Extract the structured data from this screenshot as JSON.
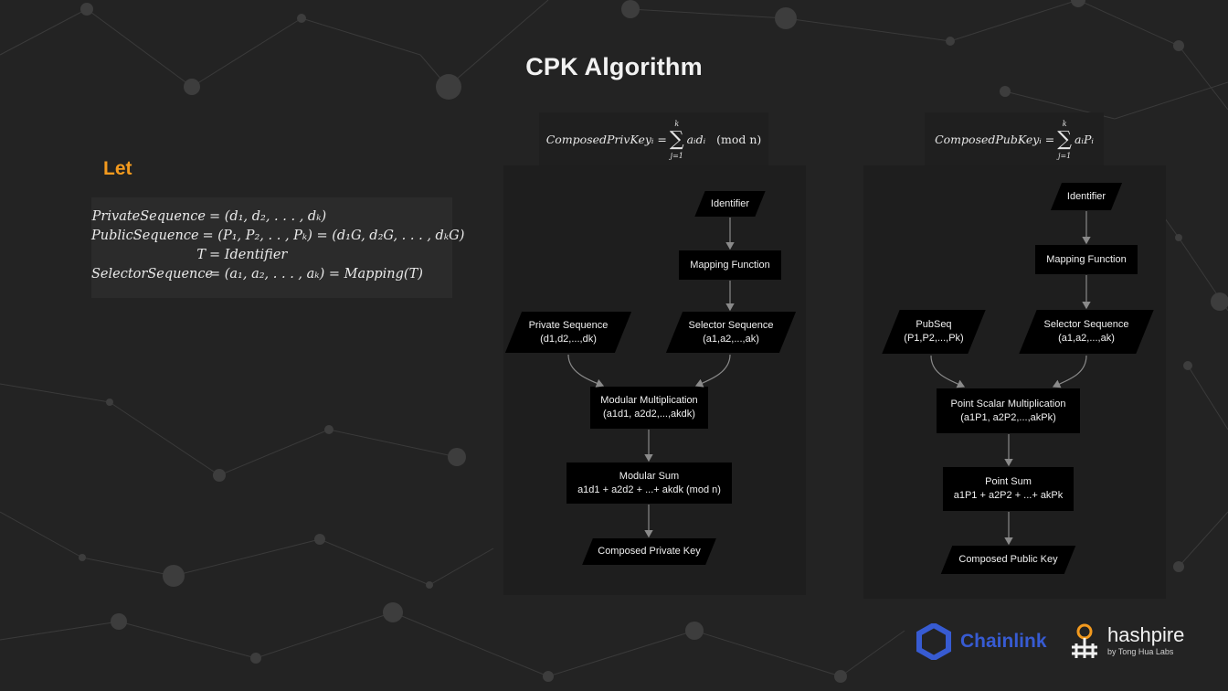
{
  "slide": {
    "title": "CPK Algorithm",
    "let_label": "Let"
  },
  "definitions": [
    {
      "lhs": "PrivateSequence",
      "rhs": "= (d₁, d₂, . . . , dₖ)"
    },
    {
      "lhs": "PublicSequence",
      "rhs": "= (P₁, P₂, . . , Pₖ) = (d₁G, d₂G, . . . , dₖG)"
    },
    {
      "lhs": "T",
      "rhs": "= Identifier"
    },
    {
      "lhs": "SelectorSequence",
      "rhs": "= (a₁, a₂, . . . , aₖ) = Mapping(T)"
    }
  ],
  "private_flow": {
    "formula": {
      "lhs": "ComposedPrivKeyᵢ =",
      "sum_top": "k",
      "sum_bottom": "j=1",
      "term": "aᵢdᵢ",
      "mod": "(mod  n)"
    },
    "identifier": "Identifier",
    "mapping": "Mapping Function",
    "seq_a_line1": "Private Sequence",
    "seq_a_line2": "(d1,d2,...,dk)",
    "seq_b_line1": "Selector Sequence",
    "seq_b_line2": "(a1,a2,...,ak)",
    "mult_line1": "Modular Multiplication",
    "mult_line2": "(a1d1, a2d2,...,akdk)",
    "sum_line1": "Modular Sum",
    "sum_line2": "a1d1 + a2d2 + ...+ akdk (mod n)",
    "output": "Composed Private Key"
  },
  "public_flow": {
    "formula": {
      "lhs": "ComposedPubKeyᵢ =",
      "sum_top": "k",
      "sum_bottom": "j=1",
      "term": "aᵢPᵢ"
    },
    "identifier": "Identifier",
    "mapping": "Mapping Function",
    "seq_a_line1": "PubSeq",
    "seq_a_line2": "(P1,P2,...,Pk)",
    "seq_b_line1": "Selector Sequence",
    "seq_b_line2": "(a1,a2,...,ak)",
    "mult_line1": "Point Scalar Multiplication",
    "mult_line2": "(a1P1, a2P2,...,akPk)",
    "sum_line1": "Point Sum",
    "sum_line2": "a1P1 + a2P2 + ...+ akPk",
    "output": "Composed Public Key"
  },
  "logos": {
    "chainlink": {
      "text": "Chainlink",
      "color": "#375bd2"
    },
    "hashpire": {
      "text": "hashpire",
      "subtitle": "by Tong Hua Labs",
      "accent": "#f39a1e"
    }
  },
  "colors": {
    "background": "#232323",
    "accent_orange": "#f39a1e",
    "node": "#000000"
  }
}
